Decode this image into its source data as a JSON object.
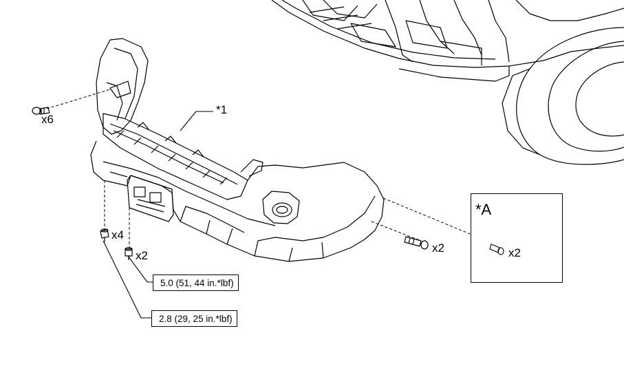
{
  "part_label": "*1",
  "fasteners": {
    "top_left_clip_qty": "x6",
    "lower_bolt_qty": "x4",
    "lower_screw_qty": "x2",
    "side_bolt_qty": "x2"
  },
  "torque_specs": {
    "spec_upper": "5.0 (51, 44 in.*lbf)",
    "spec_lower": "2.8 (29, 25 in.*lbf)"
  },
  "callout_A": {
    "title": "*A",
    "qty": "x2"
  }
}
